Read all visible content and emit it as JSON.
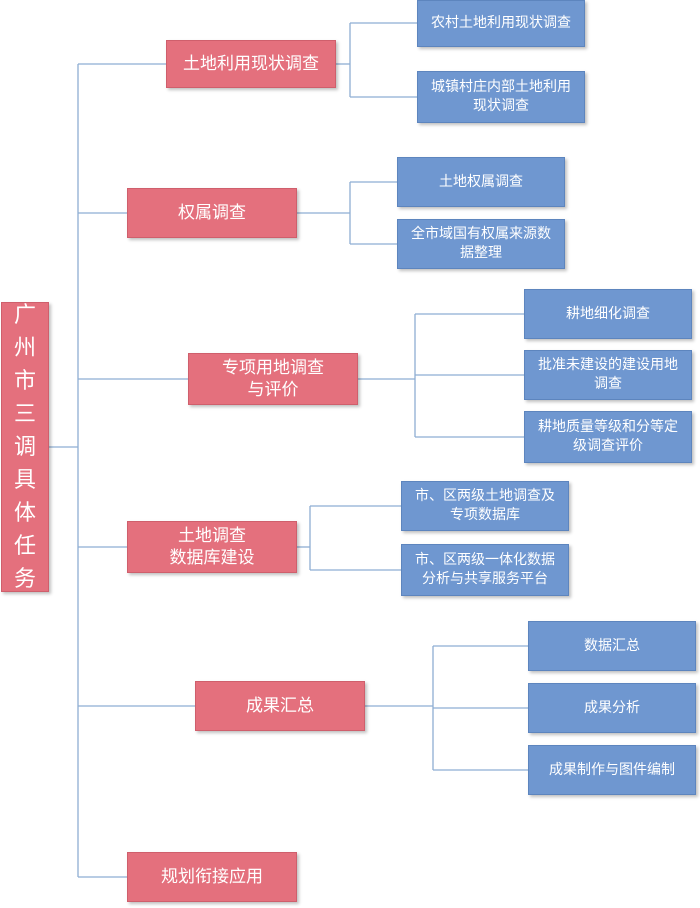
{
  "diagram": {
    "root": "广州市三调具体任务",
    "branches": [
      {
        "label": "土地利用现状调查",
        "children": [
          "农村土地利用现状调查",
          "城镇村庄内部土地利用\n现状调查"
        ]
      },
      {
        "label": "权属调查",
        "children": [
          "土地权属调查",
          "全市域国有权属来源数\n据整理"
        ]
      },
      {
        "label": "专项用地调查\n与评价",
        "children": [
          "耕地细化调查",
          "批准未建设的建设用地\n调查",
          "耕地质量等级和分等定\n级调查评价"
        ]
      },
      {
        "label": "土地调查\n数据库建设",
        "children": [
          "市、区两级土地调查及\n专项数据库",
          "市、区两级一体化数据\n分析与共享服务平台"
        ]
      },
      {
        "label": "成果汇总",
        "children": [
          "数据汇总",
          "成果分析",
          "成果制作与图件编制"
        ]
      },
      {
        "label": "规划衔接应用",
        "children": []
      }
    ]
  },
  "colors": {
    "branch_fill": "#e4707d",
    "leaf_fill": "#6f97d0",
    "connector": "#8eaed3"
  }
}
